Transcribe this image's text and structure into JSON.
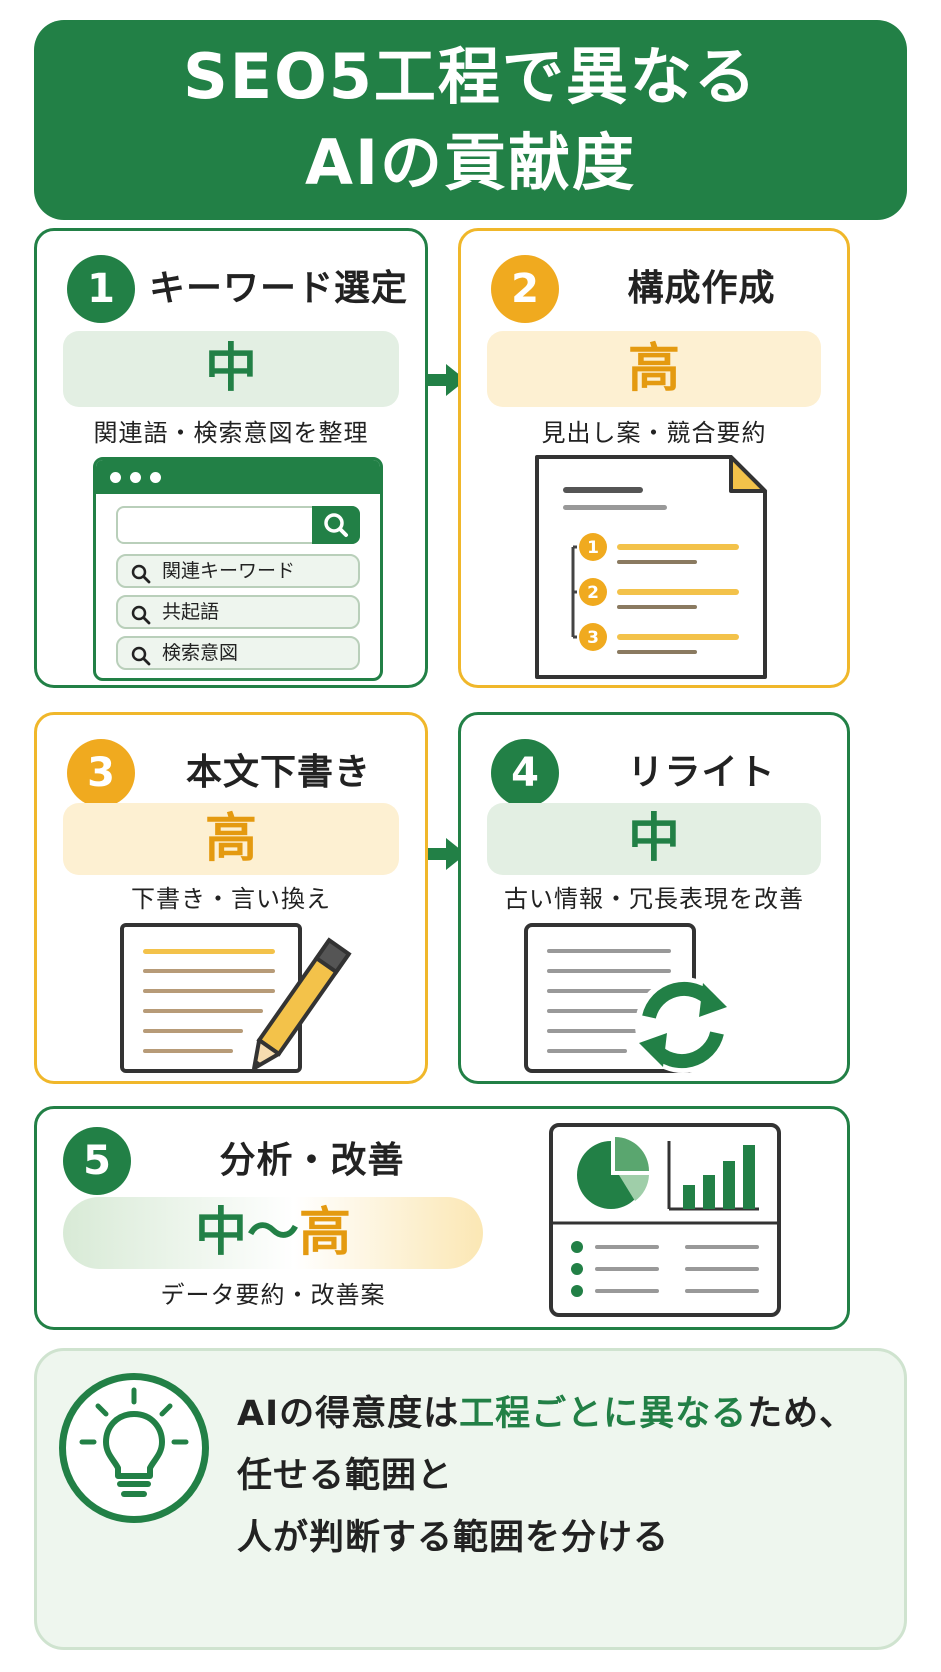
{
  "header": {
    "line1": "SEO5工程で異なる",
    "line2": "AIの貢献度"
  },
  "steps": [
    {
      "number": "1",
      "title": "キーワード選定",
      "level": "中",
      "description": "関連語・検索意図を整理",
      "search_suggestions": [
        "関連キーワード",
        "共起語",
        "検索意図"
      ]
    },
    {
      "number": "2",
      "title": "構成作成",
      "level": "高",
      "description": "見出し案・競合要約",
      "outline_numbers": [
        "1",
        "2",
        "3"
      ]
    },
    {
      "number": "3",
      "title": "本文下書き",
      "level": "高",
      "description": "下書き・言い換え"
    },
    {
      "number": "4",
      "title": "リライト",
      "level": "中",
      "description": "古い情報・冗長表現を改善"
    },
    {
      "number": "5",
      "title": "分析・改善",
      "level": "中〜高",
      "level_parts": [
        "中",
        "〜",
        "高"
      ],
      "description": "データ要約・改善案"
    }
  ],
  "footer": {
    "part1": "AIの得意度は",
    "highlight": "工程ごとに異なる",
    "part2": "ため、",
    "line2": "任せる範囲と",
    "line3": "人が判断する範囲を分ける"
  },
  "colors": {
    "green": "#228046",
    "yellow": "#f0b72a",
    "light_green": "#e3efe3",
    "light_yellow": "#fdf0d2"
  },
  "icons": [
    "search-icon",
    "document-icon",
    "pencil-icon",
    "refresh-icon",
    "pie-chart-icon",
    "bar-chart-icon",
    "lightbulb-icon",
    "arrow-right-icon"
  ]
}
